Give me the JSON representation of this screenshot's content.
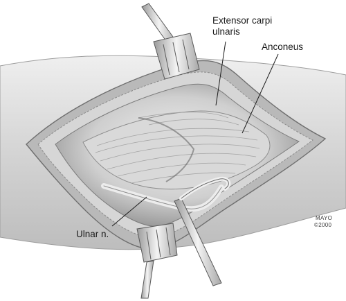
{
  "labels": {
    "extensor_line1": "Extensor carpi",
    "extensor_line2": "ulnaris",
    "anconeus": "Anconeus",
    "ulnar_nerve": "Ulnar n."
  },
  "credit": {
    "line1": "MAYO",
    "line2": "©2000"
  },
  "colors": {
    "skin": "#d9d9d9",
    "incision_edge": "#8a8a8a",
    "muscle": "#c8c8c8",
    "retractor": "#e6e6e6",
    "line": "#1a1a1a"
  }
}
